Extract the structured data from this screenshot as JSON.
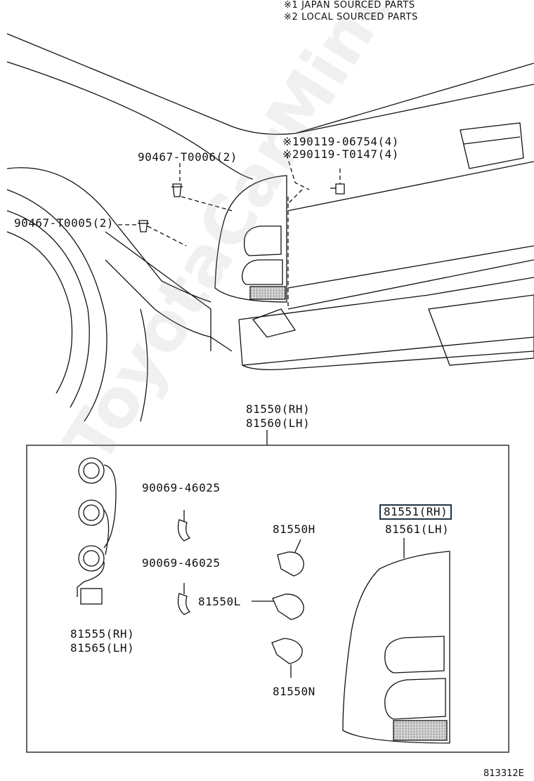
{
  "notes": {
    "note1": "※1  JAPAN SOURCED PARTS",
    "note2": "※2  LOCAL SOURCED PARTS"
  },
  "labels": {
    "screw_jp": "※190119-06754(4)",
    "screw_local": "※290119-T0147(4)",
    "clip_upper": "90467-T0006(2)",
    "clip_lower": "90467-T0005(2)",
    "assy_rh": "81550(RH)",
    "assy_lh": "81560(LH)",
    "socket_upper": "90069-46025",
    "socket_lower": "90069-46025",
    "bulb_h": "81550H",
    "bulb_l": "81550L",
    "bulb_n": "81550N",
    "wire_rh": "81555(RH)",
    "wire_lh": "81565(LH)",
    "lens_rh": "81551(RH)",
    "lens_lh": "81561(LH)"
  },
  "figure_number": "813312E",
  "watermark": "ToyotaCarMine.ru"
}
